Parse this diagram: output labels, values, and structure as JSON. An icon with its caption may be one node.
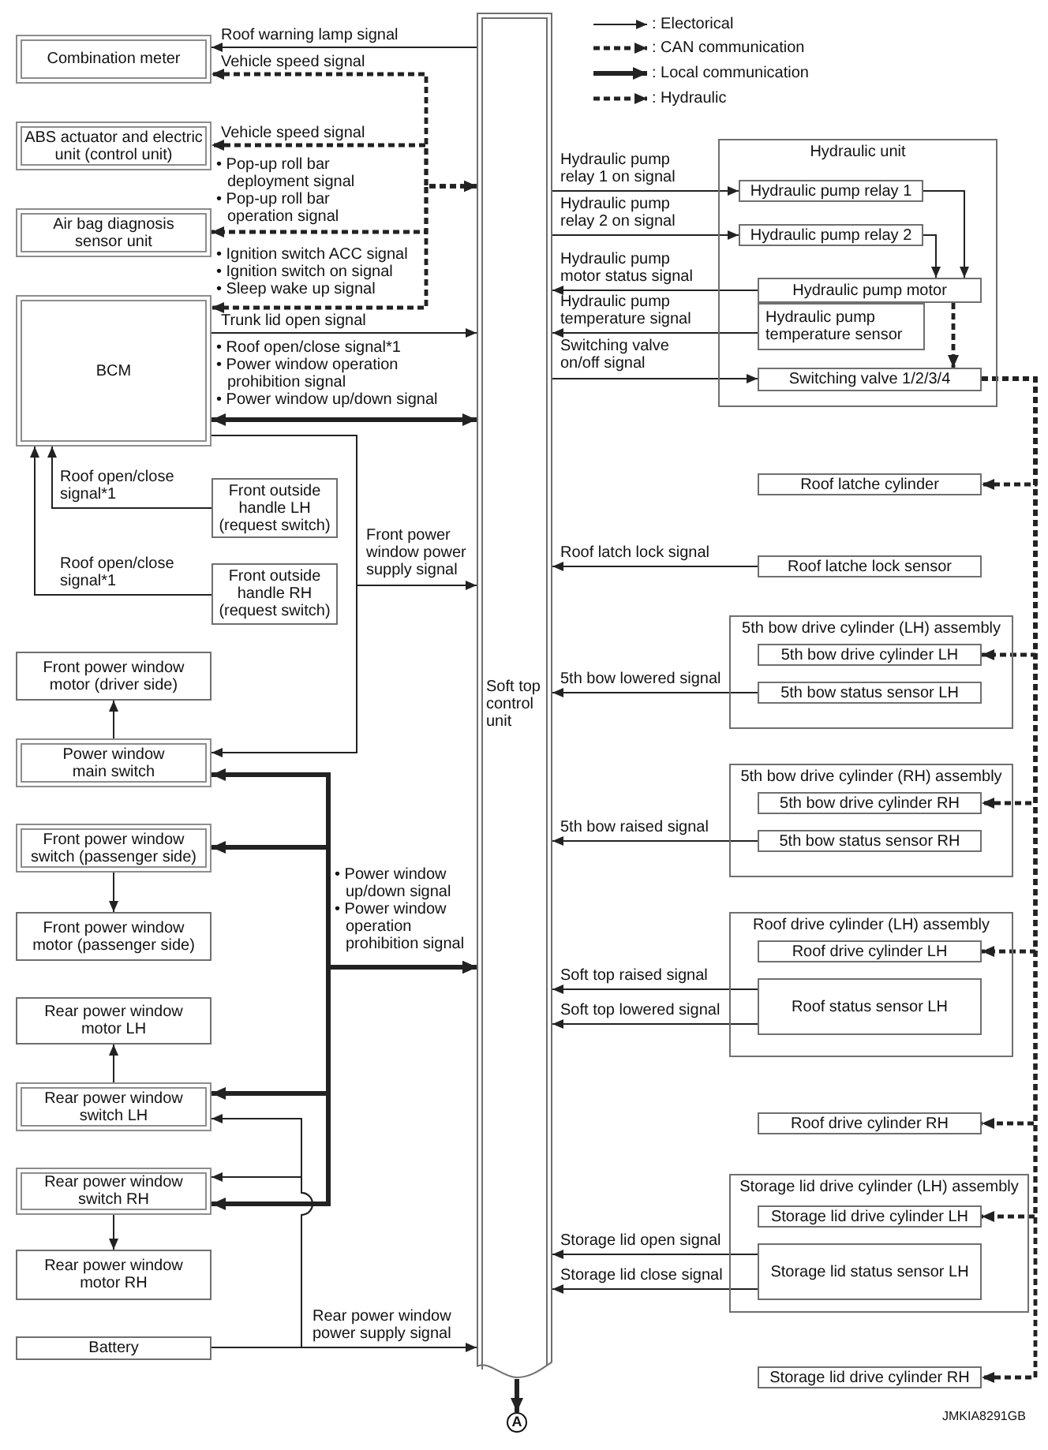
{
  "diagram": {
    "nodes": [
      {
        "text": [
          "Combination meter"
        ]
      },
      {
        "text": [
          "ABS actuator and electric unit (control unit)"
        ]
      },
      {
        "text": [
          "Air bag diagnosis sensor unit"
        ]
      },
      {
        "text": [
          "BCM"
        ]
      },
      {
        "text": [
          "Front outside handle LH (request switch)"
        ]
      },
      {
        "text": [
          "Front outside handle RH (request switch)"
        ]
      },
      {
        "text": [
          "Front power window motor (driver side)"
        ]
      },
      {
        "text": [
          "Power window main switch"
        ]
      },
      {
        "text": [
          "Front power window switch (passenger side)"
        ]
      },
      {
        "text": [
          "Front power window motor (passenger side)"
        ]
      },
      {
        "text": [
          "Rear power window motor LH"
        ]
      },
      {
        "text": [
          "Rear power window switch LH"
        ]
      },
      {
        "text": [
          "Rear power window switch RH"
        ]
      },
      {
        "text": [
          "Rear power window motor RH"
        ]
      },
      {
        "text": [
          "Battery"
        ]
      },
      {
        "text": [
          "Soft top control unit"
        ]
      },
      {
        "text": [
          "Hydraulic unit"
        ]
      },
      {
        "text": [
          "Hydraulic pump relay 1"
        ],
        "in": 16
      },
      {
        "text": [
          "Hydraulic pump relay 2"
        ],
        "in": 16
      },
      {
        "text": [
          "Hydraulic pump motor"
        ],
        "in": 16
      },
      {
        "text": [
          "Hydraulic pump temperature sensor"
        ],
        "in": 16
      },
      {
        "text": [
          "Switching valve 1/2/3/4"
        ],
        "in": 16
      },
      {
        "text": [
          "Roof latche cylinder"
        ]
      },
      {
        "text": [
          "Roof latche lock sensor"
        ]
      },
      {
        "text": [
          "5th bow drive cylinder (LH) assembly"
        ]
      },
      {
        "text": [
          "5th bow drive cylinder LH"
        ],
        "in": 24
      },
      {
        "text": [
          "5th bow status sensor LH"
        ],
        "in": 24
      },
      {
        "text": [
          "5th bow drive cylinder (RH) assembly"
        ]
      },
      {
        "text": [
          "5th bow drive cylinder RH"
        ],
        "in": 27
      },
      {
        "text": [
          "5th bow status sensor RH"
        ],
        "in": 27
      },
      {
        "text": [
          "Roof drive cylinder (LH) assembly"
        ]
      },
      {
        "text": [
          "Roof drive cylinder LH"
        ],
        "in": 30
      },
      {
        "text": [
          "Roof status sensor LH"
        ],
        "in": 30
      },
      {
        "text": [
          "Roof drive cylinder RH"
        ]
      },
      {
        "text": [
          "Storage lid drive cylinder (LH) assembly"
        ]
      },
      {
        "text": [
          "Storage lid drive cylinder LH"
        ],
        "in": 34
      },
      {
        "text": [
          "Storage lid status sensor LH"
        ],
        "in": 34
      },
      {
        "text": [
          "Storage lid drive cylinder RH"
        ]
      },
      {
        "text": [
          "A"
        ]
      }
    ],
    "edges": [
      {
        "from": 15,
        "to": 0,
        "arrow": "to",
        "label": "Roof warning lamp signal"
      },
      {
        "from": 15,
        "to": 0,
        "arrow": "both",
        "label": "Vehicle speed signal",
        "style": "dashed"
      },
      {
        "from": 15,
        "to": 1,
        "arrow": "both",
        "label": "Vehicle speed signal",
        "style": "dashed"
      },
      {
        "from": 15,
        "to": 2,
        "arrow": "both",
        "label": "• Pop-up roll bar deployment signal • Pop-up roll bar operation signal",
        "style": "dashed"
      },
      {
        "from": 15,
        "to": 3,
        "arrow": "both",
        "label": "• Ignition switch ACC signal • Ignition switch on signal • Sleep wake up signal",
        "style": "dashed"
      },
      {
        "from": 3,
        "to": 15,
        "arrow": "to",
        "label": "Trunk lid open signal"
      },
      {
        "from": 3,
        "to": 15,
        "arrow": "both",
        "label": "• Roof open/close signal*1 • Power window operation prohibition signal • Power window up/down signal",
        "style": "thick"
      },
      {
        "from": 3,
        "to": 15,
        "arrow": "to",
        "label": "Front power window power supply signal"
      },
      {
        "from": 3,
        "to": 7,
        "arrow": "to"
      },
      {
        "from": 4,
        "to": 3,
        "arrow": "to",
        "label": "Roof open/close signal*1"
      },
      {
        "from": 5,
        "to": 3,
        "arrow": "to",
        "label": "Roof open/close signal*1"
      },
      {
        "from": 7,
        "to": 6,
        "arrow": "to"
      },
      {
        "from": 15,
        "to": 7,
        "arrow": "both",
        "label": "• Power window up/down signal • Power window operation prohibition signal",
        "style": "thick"
      },
      {
        "from": 15,
        "to": 8,
        "arrow": "both",
        "style": "thick"
      },
      {
        "from": 15,
        "to": 11,
        "arrow": "both",
        "style": "thick"
      },
      {
        "from": 15,
        "to": 12,
        "arrow": "both",
        "style": "thick"
      },
      {
        "from": 8,
        "to": 9,
        "arrow": "to"
      },
      {
        "from": 11,
        "to": 10,
        "arrow": "to"
      },
      {
        "from": 12,
        "to": 13,
        "arrow": "to"
      },
      {
        "from": 14,
        "to": 15,
        "arrow": "to",
        "label": "Rear power window power supply signal"
      },
      {
        "from": 14,
        "to": 11,
        "arrow": "to"
      },
      {
        "from": 14,
        "to": 12,
        "arrow": "to"
      },
      {
        "from": 15,
        "to": 17,
        "arrow": "to",
        "label": "Hydraulic pump relay 1 on signal"
      },
      {
        "from": 15,
        "to": 18,
        "arrow": "to",
        "label": "Hydraulic pump relay 2 on signal"
      },
      {
        "from": 17,
        "to": 19,
        "arrow": "to"
      },
      {
        "from": 18,
        "to": 19,
        "arrow": "to"
      },
      {
        "from": 19,
        "to": 15,
        "arrow": "to",
        "label": "Hydraulic pump motor status signal"
      },
      {
        "from": 20,
        "to": 15,
        "arrow": "to",
        "label": "Hydraulic pump temperature signal"
      },
      {
        "from": 15,
        "to": 21,
        "arrow": "to",
        "label": "Switching valve on/off signal"
      },
      {
        "from": 19,
        "to": 21,
        "arrow": "to",
        "style": "dashed"
      },
      {
        "from": 21,
        "to": 22,
        "arrow": "to",
        "style": "dashed"
      },
      {
        "from": 23,
        "to": 15,
        "arrow": "to",
        "label": "Roof latch lock signal"
      },
      {
        "from": 21,
        "to": 25,
        "arrow": "to",
        "style": "dashed"
      },
      {
        "from": 26,
        "to": 15,
        "arrow": "to",
        "label": "5th bow lowered signal"
      },
      {
        "from": 21,
        "to": 28,
        "arrow": "to",
        "style": "dashed"
      },
      {
        "from": 29,
        "to": 15,
        "arrow": "to",
        "label": "5th bow raised signal"
      },
      {
        "from": 21,
        "to": 31,
        "arrow": "to",
        "style": "dashed"
      },
      {
        "from": 32,
        "to": 15,
        "arrow": "to",
        "label": "Soft top raised signal"
      },
      {
        "from": 32,
        "to": 15,
        "arrow": "to",
        "label": "Soft top lowered signal"
      },
      {
        "from": 21,
        "to": 33,
        "arrow": "to",
        "style": "dashed"
      },
      {
        "from": 21,
        "to": 35,
        "arrow": "to",
        "style": "dashed"
      },
      {
        "from": 36,
        "to": 15,
        "arrow": "to",
        "label": "Storage lid open signal"
      },
      {
        "from": 36,
        "to": 15,
        "arrow": "to",
        "label": "Storage lid close signal"
      },
      {
        "from": 21,
        "to": 37,
        "arrow": "to",
        "style": "dashed"
      },
      {
        "from": 15,
        "to": 38,
        "arrow": "to",
        "style": "thick"
      }
    ],
    "labels": [
      "JMKIA8291GB"
    ],
    "legend": [
      {
        "text": ": Electorical"
      },
      {
        "text": ": CAN communication"
      },
      {
        "text": ": Local communication"
      },
      {
        "text": ": Hydraulic"
      }
    ]
  }
}
